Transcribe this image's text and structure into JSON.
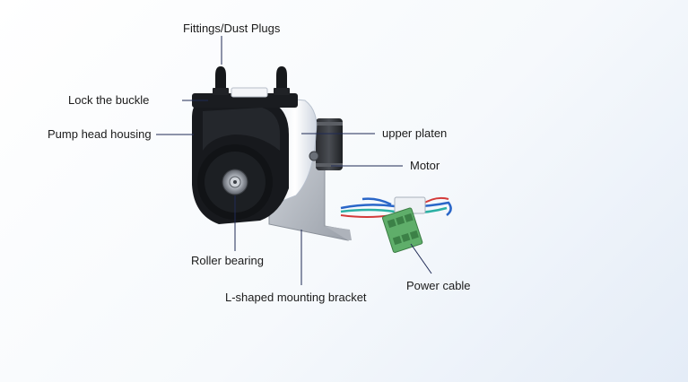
{
  "labels": {
    "fittings": "Fittings/Dust Plugs",
    "lock_buckle": "Lock the buckle",
    "pump_head_housing": "Pump head housing",
    "upper_platen": "upper platen",
    "motor": "Motor",
    "roller_bearing": "Roller bearing",
    "power_cable": "Power cable",
    "mounting_bracket": "L-shaped mounting bracket"
  },
  "colors": {
    "background_light": "#ffffff",
    "background_blue": "#e4ecf7",
    "housing_black": "#17191d",
    "platen_white": "#eef1f6",
    "bracket_metal": "#b9bec6",
    "connector_green": "#5fae6a",
    "leader_line": "#1f2a55"
  }
}
